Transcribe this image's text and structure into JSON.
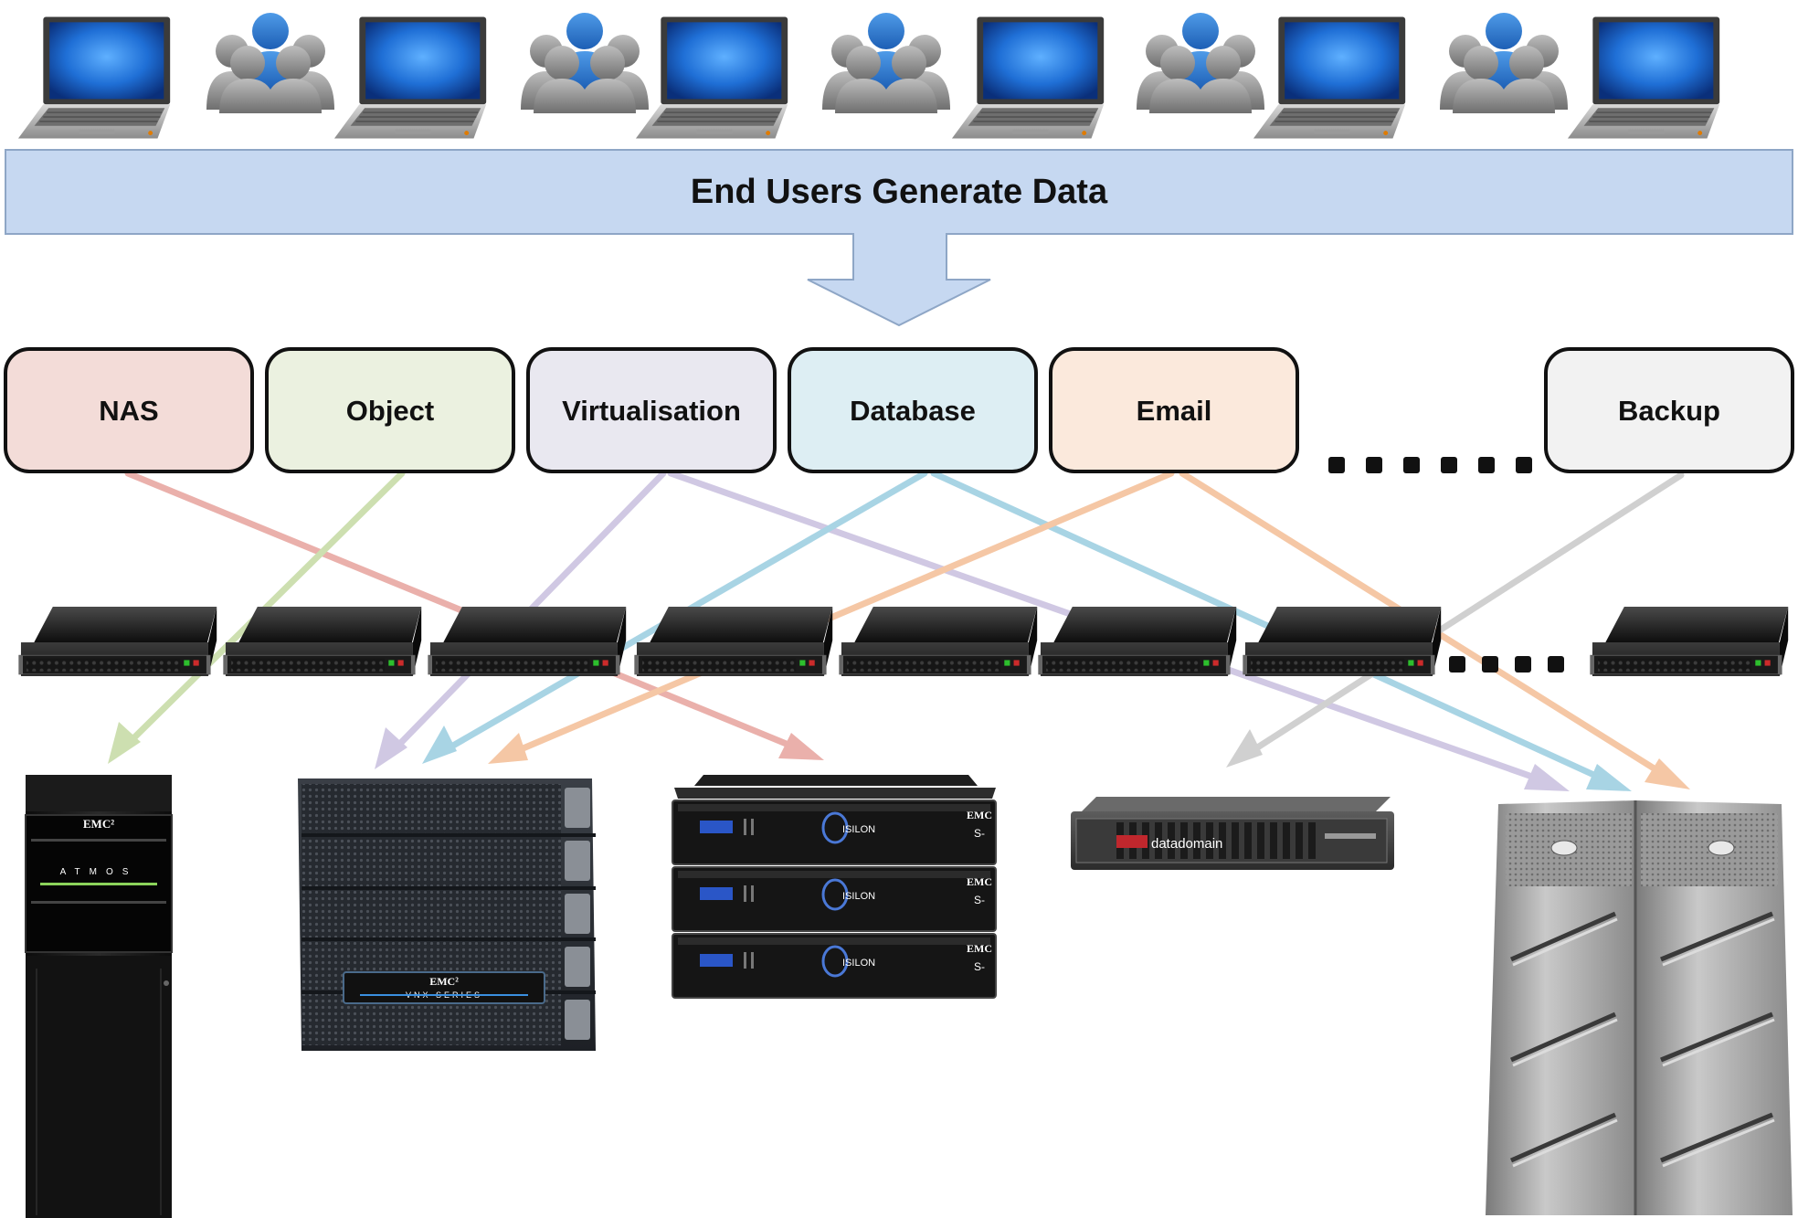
{
  "banner": {
    "title": "End Users Generate Data"
  },
  "categories": [
    {
      "key": "nas",
      "label": "NAS",
      "fill": "#f3dcd8",
      "line": "#e8a8a2"
    },
    {
      "key": "object",
      "label": "Object",
      "fill": "#ebf1e0",
      "line": "#c8dca8"
    },
    {
      "key": "virtualisation",
      "label": "Virtualisation",
      "fill": "#e9e8f0",
      "line": "#cbc3e0"
    },
    {
      "key": "database",
      "label": "Database",
      "fill": "#ddeef3",
      "line": "#9fd0e2"
    },
    {
      "key": "email",
      "label": "Email",
      "fill": "#fbe9dc",
      "line": "#f4c29c"
    },
    {
      "key": "backup",
      "label": "Backup",
      "fill": "#f2f2f2",
      "line": "#cccccc"
    }
  ],
  "ellipsis_dots": 6,
  "server_dots": 4,
  "storage_labels": {
    "atmos_brand": "EMC²",
    "atmos_name": "ATMOS",
    "vnx_brand": "EMC²",
    "vnx_name": "VNX SERIES",
    "isilon_brand": "EMC",
    "isilon_name": "ISILON",
    "isilon_model": "S-",
    "datadomain_name": "datadomain"
  },
  "colors": {
    "banner_fill": "#c6d8f1",
    "banner_stroke": "#8ea6c6",
    "box_stroke": "#111111"
  },
  "icons": [
    "laptop-icon",
    "user-group-icon",
    "server-icon",
    "storage-icon"
  ]
}
